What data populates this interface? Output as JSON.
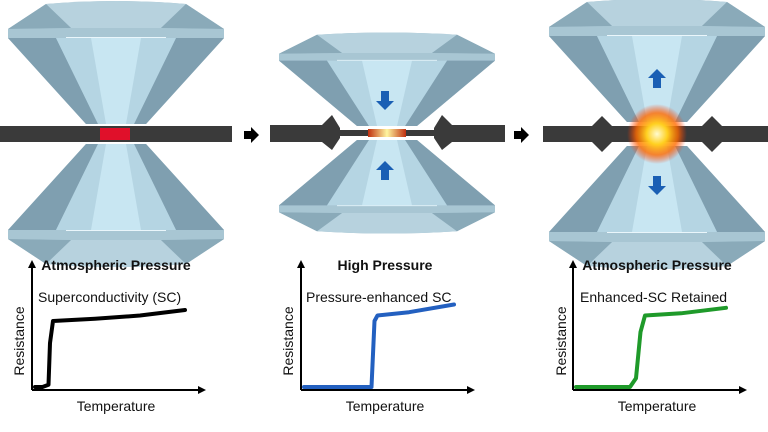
{
  "panels": [
    {
      "title": "Atmospheric Pressure",
      "subtitle": "Superconductivity (SC)",
      "xlabel": "Temperature",
      "ylabel": "Resistance",
      "color": "#000000",
      "arrows": "none"
    },
    {
      "title": "High Pressure",
      "subtitle": "Pressure-enhanced SC",
      "xlabel": "Temperature",
      "ylabel": "Resistance",
      "color": "#2360c0",
      "arrows": "inward"
    },
    {
      "title": "Atmospheric Pressure",
      "subtitle": "Enhanced-SC Retained",
      "xlabel": "Temperature",
      "ylabel": "Resistance",
      "color": "#1f9a2a",
      "arrows": "outward"
    }
  ],
  "chart_data": [
    {
      "type": "line",
      "title": "Superconductivity (SC)",
      "xlabel": "Temperature",
      "ylabel": "Resistance",
      "xlim": [
        0,
        1
      ],
      "ylim": [
        0,
        1
      ],
      "x": [
        0,
        0.05,
        0.09,
        0.1,
        0.12,
        0.4,
        0.7,
        1.0
      ],
      "y": [
        0,
        0,
        0.02,
        0.4,
        0.6,
        0.62,
        0.65,
        0.7
      ]
    },
    {
      "type": "line",
      "title": "Pressure-enhanced SC",
      "xlabel": "Temperature",
      "ylabel": "Resistance",
      "xlim": [
        0,
        1
      ],
      "ylim": [
        0,
        1
      ],
      "x": [
        0,
        0.45,
        0.46,
        0.47,
        0.49,
        0.7,
        1.0
      ],
      "y": [
        0,
        0,
        0.3,
        0.6,
        0.65,
        0.68,
        0.75
      ]
    },
    {
      "type": "line",
      "title": "Enhanced-SC Retained",
      "xlabel": "Temperature",
      "ylabel": "Resistance",
      "xlim": [
        0,
        1
      ],
      "ylim": [
        0,
        1
      ],
      "x": [
        0,
        0.36,
        0.4,
        0.43,
        0.46,
        0.7,
        1.0
      ],
      "y": [
        0,
        0,
        0.08,
        0.5,
        0.65,
        0.67,
        0.72
      ]
    }
  ]
}
